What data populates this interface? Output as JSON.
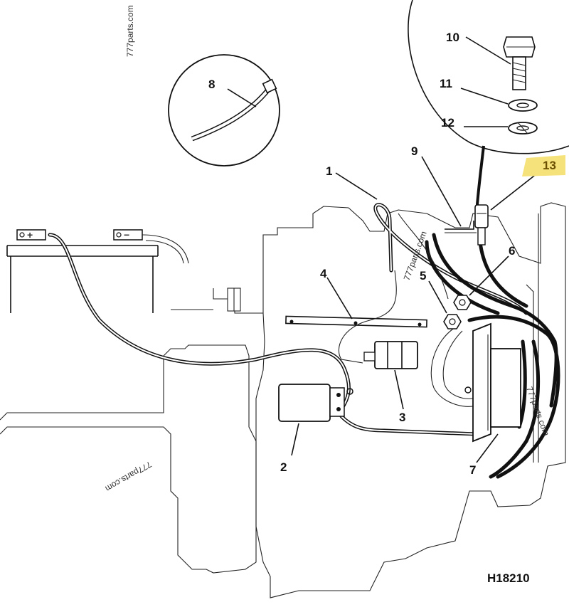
{
  "diagram": {
    "reference_code": "H18210",
    "watermark": "777parts.com",
    "highlight_color": "#f6e27a",
    "callouts": [
      {
        "id": "c1",
        "label": "1"
      },
      {
        "id": "c2",
        "label": "2"
      },
      {
        "id": "c3",
        "label": "3"
      },
      {
        "id": "c4",
        "label": "4"
      },
      {
        "id": "c5",
        "label": "5"
      },
      {
        "id": "c6",
        "label": "6"
      },
      {
        "id": "c7",
        "label": "7"
      },
      {
        "id": "c8",
        "label": "8"
      },
      {
        "id": "c9",
        "label": "9"
      },
      {
        "id": "c10",
        "label": "10"
      },
      {
        "id": "c11",
        "label": "11"
      },
      {
        "id": "c12",
        "label": "12"
      },
      {
        "id": "c13",
        "label": "13",
        "highlighted": true
      }
    ],
    "battery_terminals": {
      "positive": "+",
      "negative": "−"
    }
  }
}
